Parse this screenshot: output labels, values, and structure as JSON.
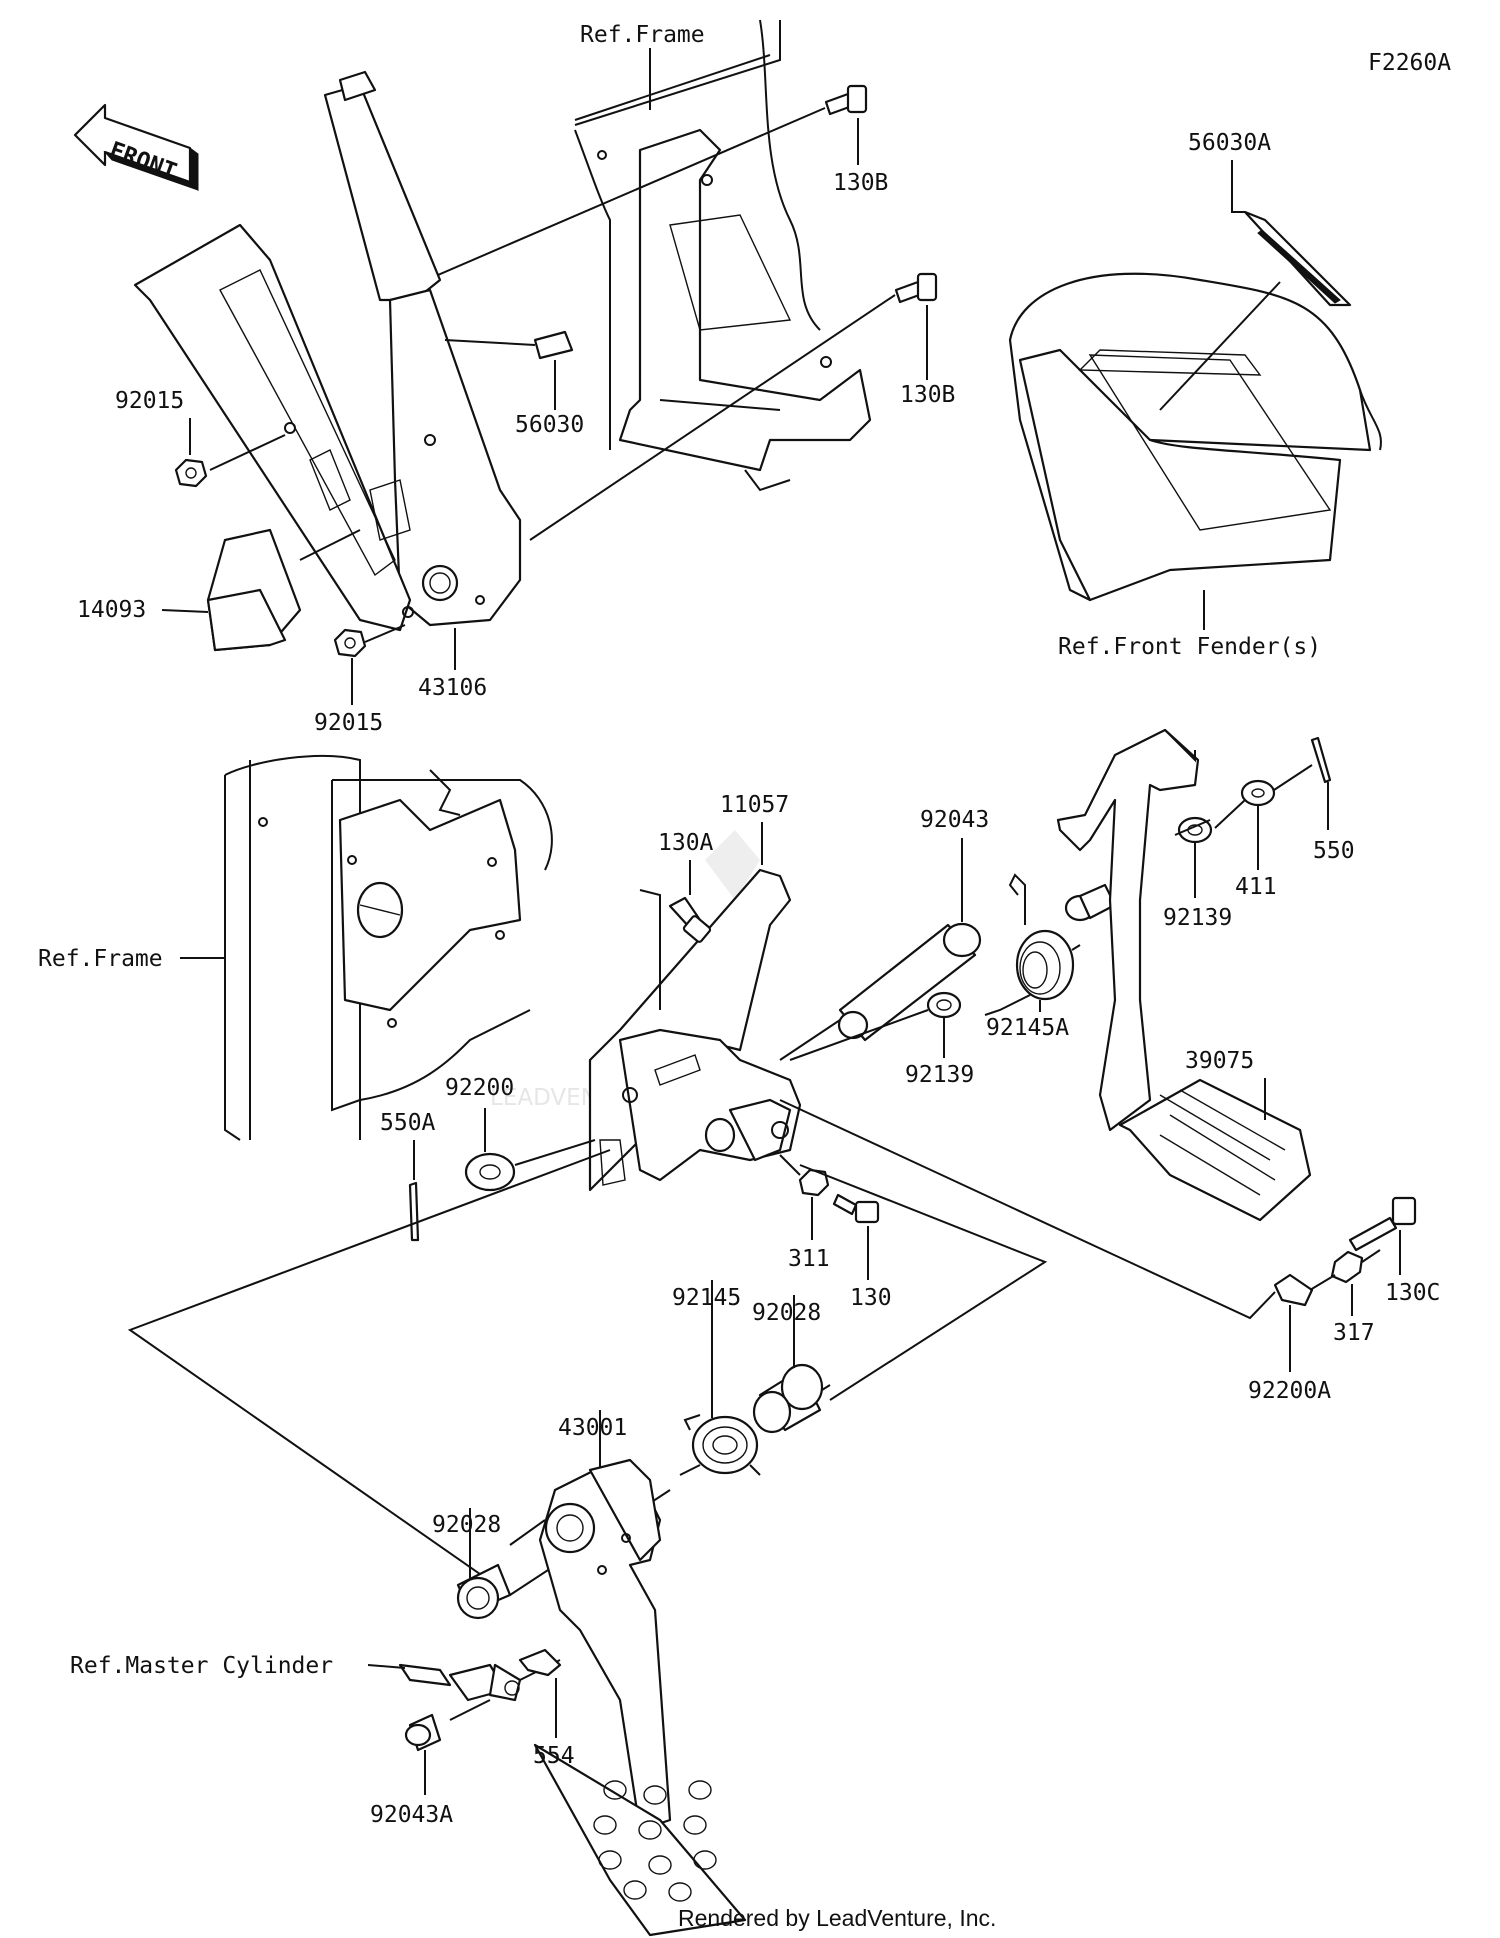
{
  "diagram_code": "F2260A",
  "front_arrow_label": "FRONT",
  "watermark": "LEADVENTURE",
  "footer": "Rendered by LeadVenture, Inc.",
  "refs": {
    "frame_top": "Ref.Frame",
    "frame_left": "Ref.Frame",
    "front_fender": "Ref.Front Fender(s)",
    "master_cylinder": "Ref.Master Cylinder"
  },
  "parts": {
    "p130B_a": "130B",
    "p130B_b": "130B",
    "p56030A": "56030A",
    "p92015_a": "92015",
    "p92015_b": "92015",
    "p56030": "56030",
    "p14093": "14093",
    "p43106": "43106",
    "p11057": "11057",
    "p92043": "92043",
    "p130A": "130A",
    "p550": "550",
    "p411": "411",
    "p92139_a": "92139",
    "p92145A": "92145A",
    "p92139_b": "92139",
    "p39075": "39075",
    "p92200": "92200",
    "p550A": "550A",
    "p311": "311",
    "p130": "130",
    "p130C": "130C",
    "p317": "317",
    "p92200A": "92200A",
    "p92145": "92145",
    "p92028_a": "92028",
    "p43001": "43001",
    "p92028_b": "92028",
    "p554": "554",
    "p92043A": "92043A"
  }
}
